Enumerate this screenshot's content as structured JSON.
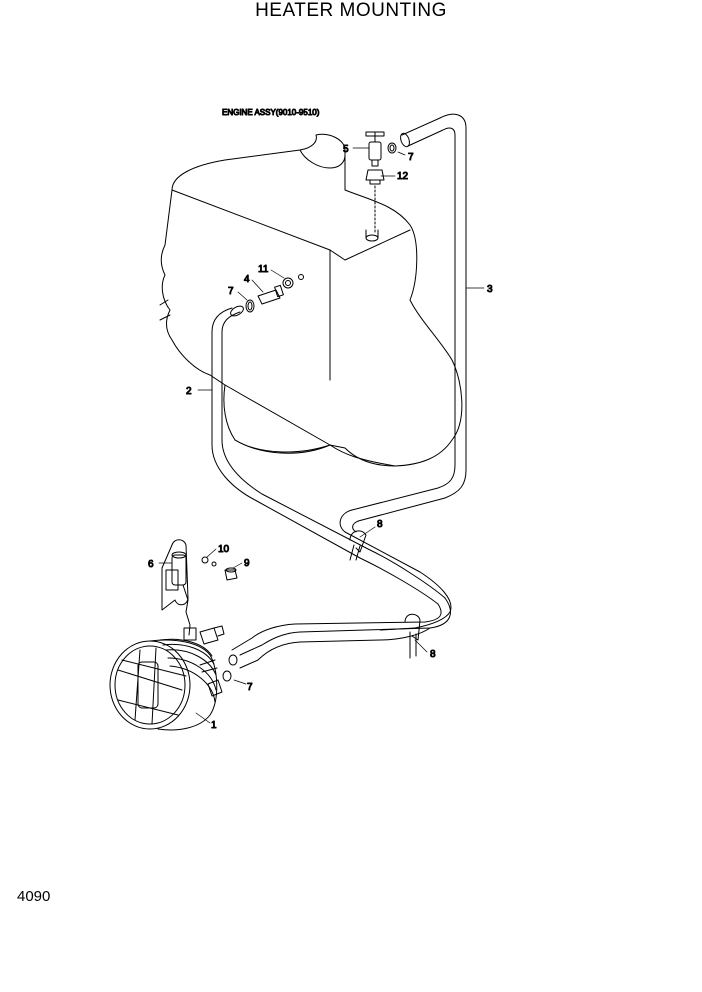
{
  "title": "HEATER MOUNTING",
  "page_number": "4090",
  "engine_label": "ENGINE ASSY(9010-9510)",
  "callouts": {
    "c1": "1",
    "c2": "2",
    "c3": "3",
    "c4": "4",
    "c5": "5",
    "c6": "6",
    "c7a": "7",
    "c7b": "7",
    "c7c": "7",
    "c8a": "8",
    "c8b": "8",
    "c9": "9",
    "c10": "10",
    "c11": "11",
    "c12": "12"
  }
}
